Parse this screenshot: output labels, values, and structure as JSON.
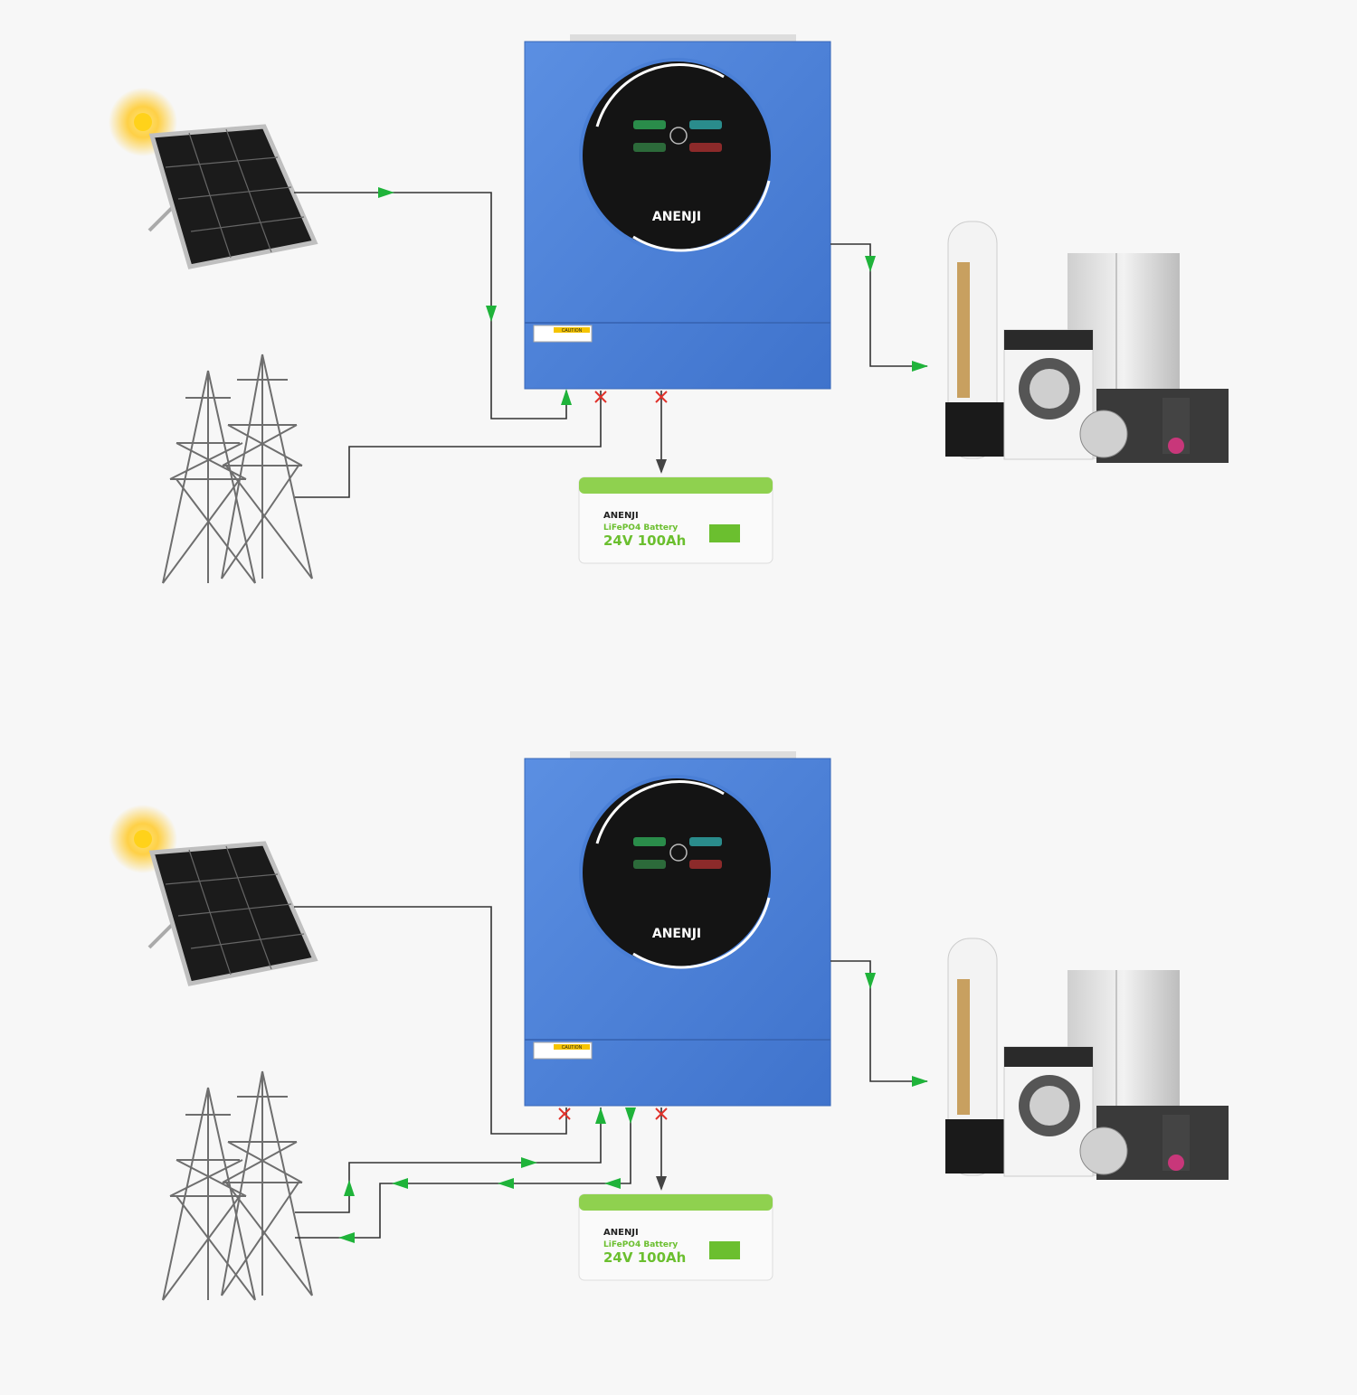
{
  "brand": "ANENJI",
  "inverter": {
    "brand": "ANENJI",
    "caution_label": "CAUTION"
  },
  "battery": {
    "brand": "ANENJI",
    "type_line": "LiFePO4 Battery",
    "spec": "24V 100Ah"
  },
  "colors": {
    "inverter_blue": "#4a7fd6",
    "flow_green": "#1fb33a",
    "inactive_red": "#e0322b",
    "battery_green": "#8fd14f",
    "line_dark": "#333333"
  },
  "diagrams": [
    {
      "name": "mode-1",
      "blocked_inputs": [
        "grid",
        "battery"
      ]
    },
    {
      "name": "mode-2",
      "blocked_inputs": [
        "solar",
        "battery"
      ]
    }
  ]
}
